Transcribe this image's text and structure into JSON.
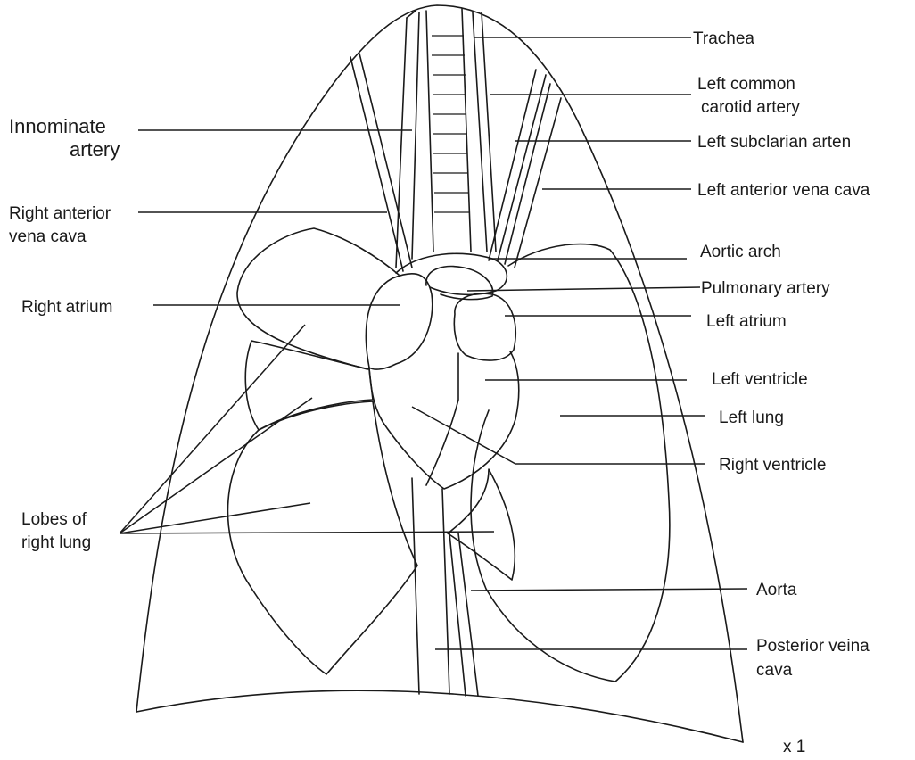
{
  "labels": {
    "trachea": "Trachea",
    "left_common_carotid_1": "Left common",
    "left_common_carotid_2": "carotid artery",
    "left_subclavian": "Left subclarian arten",
    "left_anterior_vena_cava": "Left anterior vena cava",
    "aortic_arch": "Aortic arch",
    "pulmonary_artery": "Pulmonary artery",
    "left_atrium": "Left atrium",
    "left_ventricle": "Left ventricle",
    "left_lung": "Left lung",
    "right_ventricle": "Right ventricle",
    "aorta": "Aorta",
    "posterior_vena_cava_1": "Posterior veina",
    "posterior_vena_cava_2": "cava",
    "innominate_1": "Innominate",
    "innominate_2": "artery",
    "right_anterior_vena_cava_1": "Right anterior",
    "right_anterior_vena_cava_2": "vena cava",
    "right_atrium": "Right atrium",
    "lobes_right_lung_1": "Lobes of",
    "lobes_right_lung_2": "right lung",
    "magnification": "x 1"
  }
}
